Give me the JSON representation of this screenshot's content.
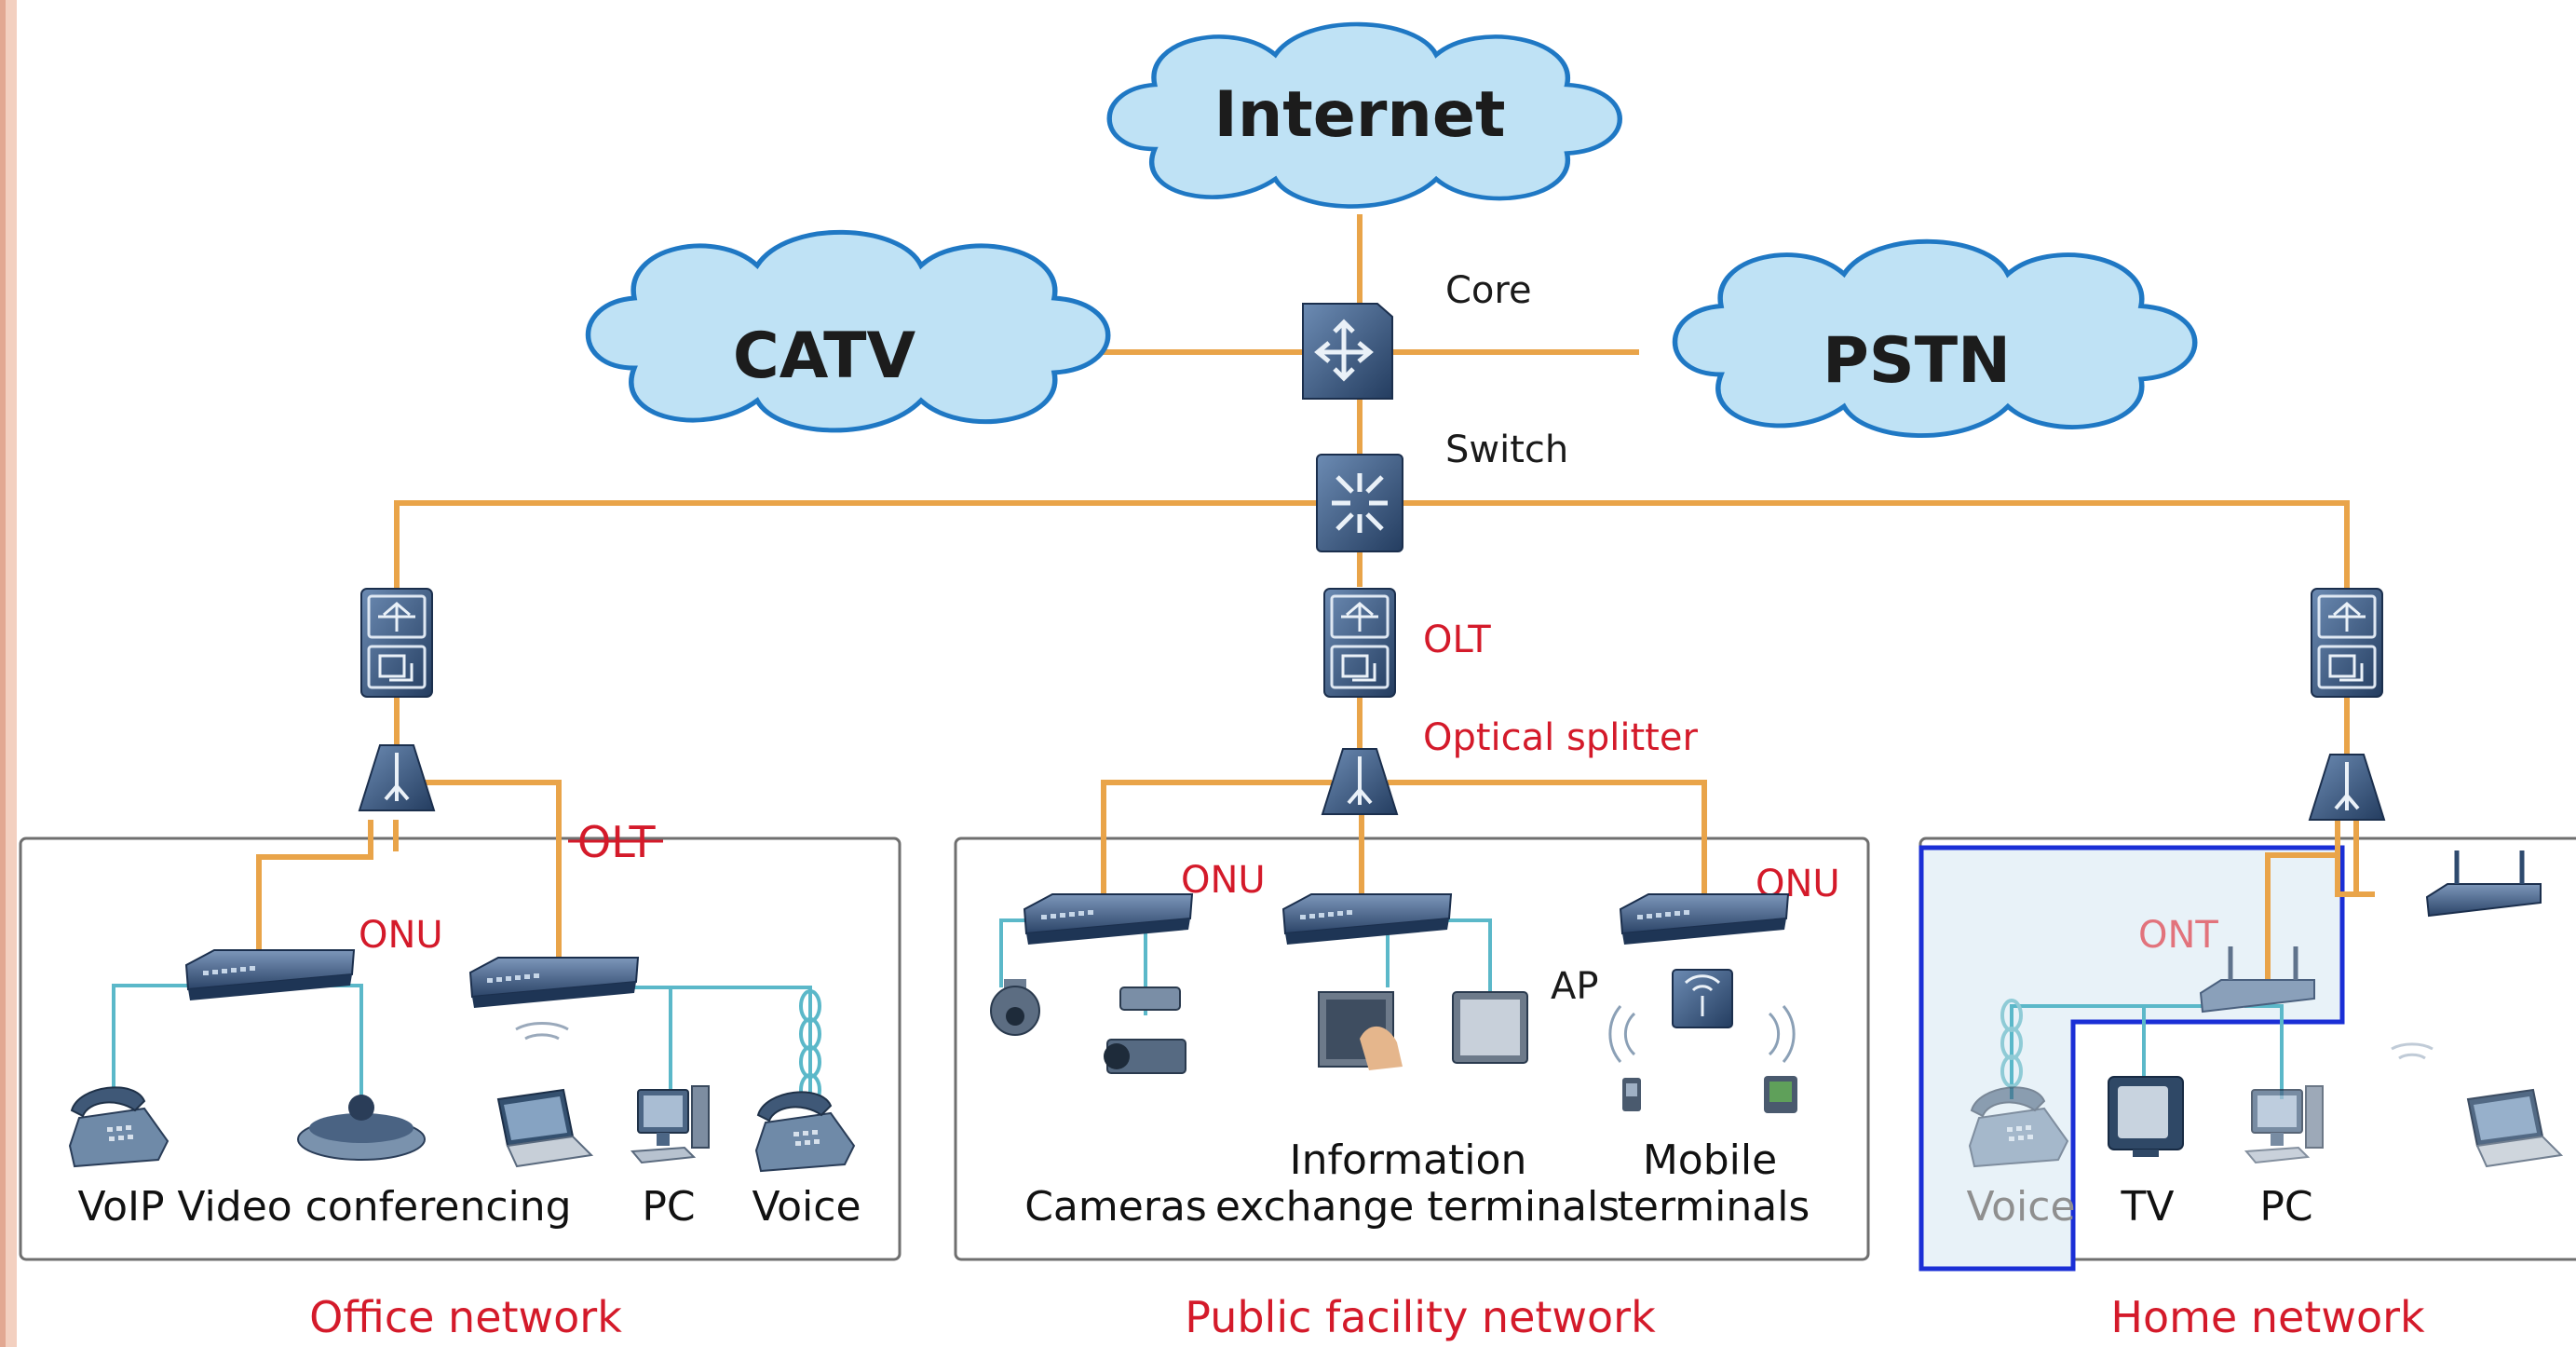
{
  "clouds": {
    "internet": "Internet",
    "catv": "CATV",
    "pstn": "PSTN"
  },
  "core_labels": {
    "core": "Core",
    "switch": "Switch",
    "olt": "OLT",
    "optical_splitter": "Optical splitter"
  },
  "office": {
    "olt_label": "OLT",
    "onu_label": "ONU",
    "devices": [
      "VoIP",
      "Video conferencing",
      "PC",
      "Voice"
    ],
    "title": "Office network"
  },
  "public": {
    "onu_left": "ONU",
    "onu_right": "ONU",
    "ap_label": "AP",
    "devices": [
      "Cameras",
      "Information",
      "exchange terminals",
      "Mobile",
      "terminals"
    ],
    "title": "Public facility network"
  },
  "home": {
    "ont_label": "ONT",
    "devices": [
      "Voice",
      "TV",
      "PC"
    ],
    "title": "Home network"
  },
  "colors": {
    "fiber": "#e9a449",
    "lan": "#5bb8c9",
    "cloud_fill": "#bfe2f5",
    "cloud_stroke": "#1f78c4",
    "device": "#2e4a6e",
    "red": "#d41a2a",
    "highlight": "#1a2fd6"
  },
  "icons": [
    "router-icon",
    "switch-icon",
    "olt-icon",
    "splitter-icon",
    "onu-icon",
    "phone-icon",
    "camera-icon",
    "monitor-icon",
    "laptop-icon",
    "tv-icon",
    "pc-icon",
    "wifi-ap-icon"
  ]
}
